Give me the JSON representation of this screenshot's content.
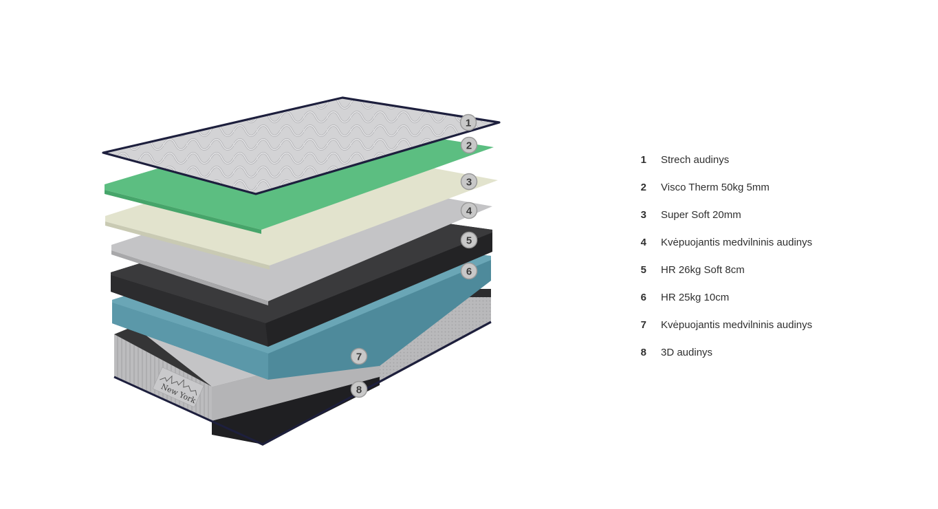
{
  "brand": {
    "label": "New York"
  },
  "layers": [
    {
      "number": "1",
      "label": "Strech audinys",
      "color": "#d9d9db"
    },
    {
      "number": "2",
      "label": "Visco Therm 50kg 5mm",
      "color": "#5fbf84"
    },
    {
      "number": "3",
      "label": "Super Soft 20mm",
      "color": "#e3e4cf"
    },
    {
      "number": "4",
      "label": "Kvėpuojantis medvilninis audinys",
      "color": "#c9c9c9"
    },
    {
      "number": "5",
      "label": "HR 26kg Soft 8cm",
      "color": "#2b2b2d"
    },
    {
      "number": "6",
      "label": "HR 25kg 10cm",
      "color": "#5a97a8"
    },
    {
      "number": "7",
      "label": "Kvėpuojantis medvilninis audinys",
      "color": "#bdbdbd"
    },
    {
      "number": "8",
      "label": "3D audinys",
      "color": "#2a2a35"
    }
  ],
  "colors": {
    "badge_fill": "#c8c8c8",
    "badge_stroke": "#9a9a9a",
    "piping": "#1d1f3d"
  }
}
